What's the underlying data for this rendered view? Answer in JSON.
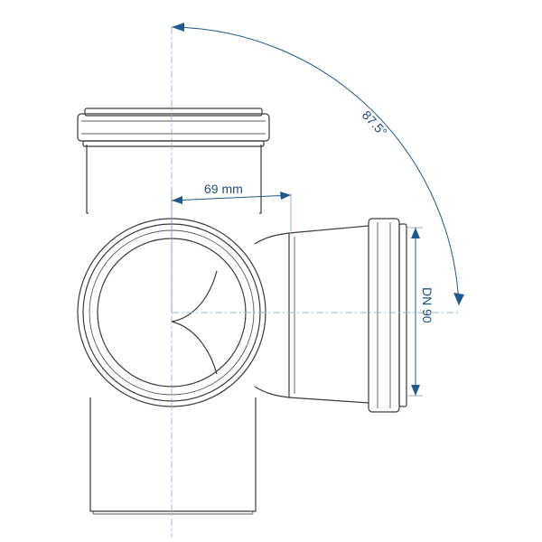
{
  "dimensions": {
    "angle": "87.5°",
    "offset": "69 mm",
    "nominal_diameter": "DN 90"
  },
  "colors": {
    "outline": "#3b3b3b",
    "dimension": "#1f5a8c",
    "centerline": "#8fb7d6"
  }
}
